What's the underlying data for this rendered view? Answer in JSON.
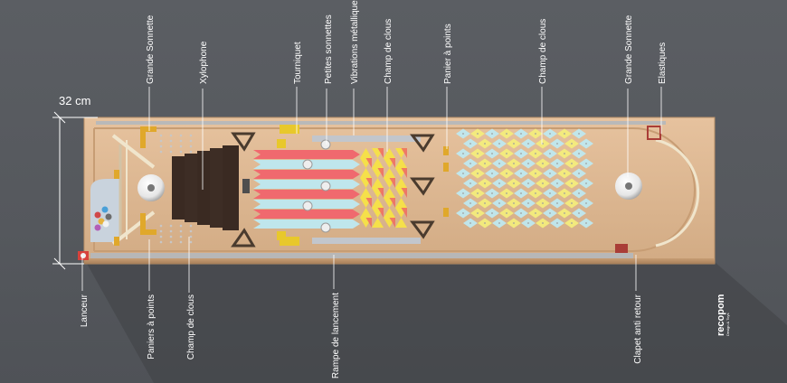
{
  "dimension": {
    "width_label": "32 cm"
  },
  "labels_top": [
    {
      "id": "grande-sonnette-left",
      "text": "Grande Sonnette"
    },
    {
      "id": "xylophone",
      "text": "Xylophone"
    },
    {
      "id": "tourniquet",
      "text": "Tourniquet"
    },
    {
      "id": "petites-sonnettes",
      "text": "Petites sonnettes"
    },
    {
      "id": "vibrations-metalliques",
      "text": "Vibrations métalliques"
    },
    {
      "id": "champ-de-clous-top",
      "text": "Champ de clous"
    },
    {
      "id": "panier-a-points",
      "text": "Panier à points"
    },
    {
      "id": "champ-de-clous-right",
      "text": "Champ de clous"
    },
    {
      "id": "grande-sonnette-right",
      "text": "Grande Sonnette"
    },
    {
      "id": "elastiques",
      "text": "Elastiques"
    }
  ],
  "labels_bottom": [
    {
      "id": "lanceur",
      "text": "Lanceur"
    },
    {
      "id": "paniers-a-points",
      "text": "Paniers à points"
    },
    {
      "id": "champ-de-clous-bottom",
      "text": "Champ de clous"
    },
    {
      "id": "rampe-de-lancement",
      "text": "Rampe de lancement"
    },
    {
      "id": "clapet-anti-retour",
      "text": "Clapet anti retour"
    }
  ],
  "logo": {
    "text": "recopom",
    "subtext": "Design & Toys"
  },
  "colors": {
    "background": "#55585d",
    "wood": "#dcb690",
    "xylophone": "#3a2a22",
    "stripe_red": "#f0696e",
    "stripe_blue": "#bfe6ec",
    "triangle_yellow": "#f5e04a",
    "triangle_red": "#ef6b62",
    "diamond_yellow": "#f3ec7c",
    "diamond_blue": "#bfe8ef",
    "brass": "#e0a82b"
  }
}
